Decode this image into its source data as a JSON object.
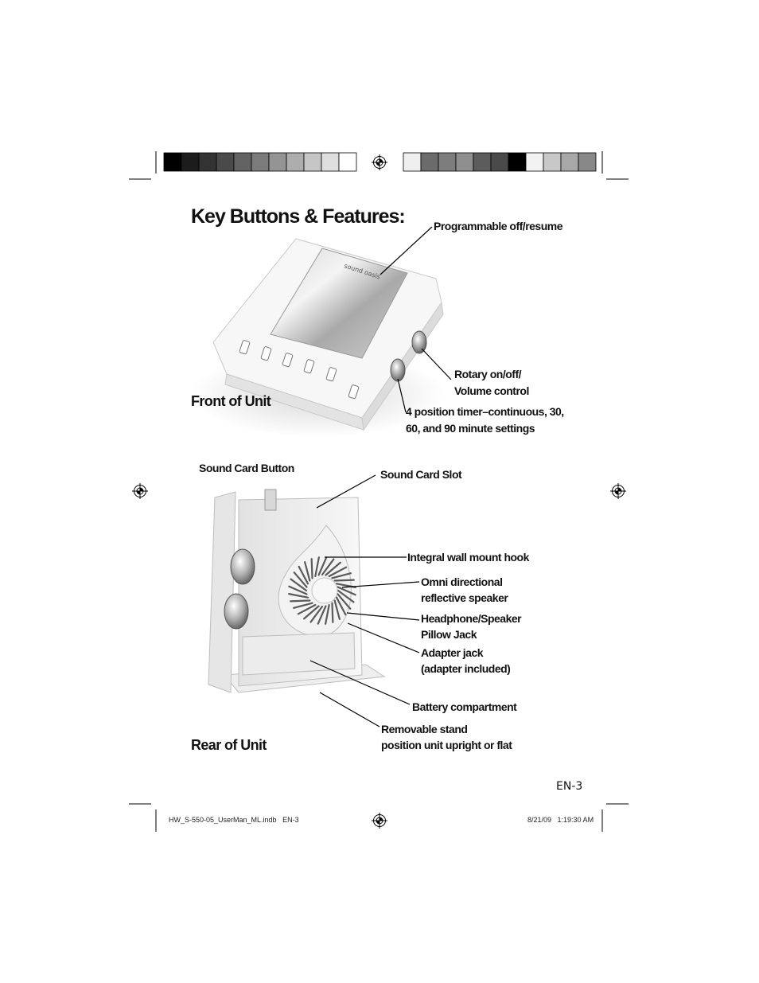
{
  "heading": "Key Buttons & Features:",
  "front_section": {
    "title": "Front of Unit",
    "callouts": {
      "programmable": "Programmable off/resume",
      "rotary_1": "Rotary on/off/",
      "rotary_2": "Volume control",
      "timer_1": "4 position timer–continuous, 30,",
      "timer_2": "60, and 90 minute settings"
    }
  },
  "rear_section": {
    "title": "Rear of Unit",
    "callouts": {
      "card_button": "Sound Card Button",
      "card_slot": "Sound Card Slot",
      "wall_hook": "Integral wall mount hook",
      "speaker_1": "Omni directional",
      "speaker_2": "reflective speaker",
      "jack_1": "Headphone/Speaker",
      "jack_2": "Pillow Jack",
      "adapter_1": "Adapter jack",
      "adapter_2": "(adapter included)",
      "battery": "Battery compartment",
      "stand_1": "Removable stand",
      "stand_2": "position unit upright or flat"
    }
  },
  "page_number": "EN-3",
  "footer": {
    "file_slug": "HW_S-550-05_UserMan_ML.indb   EN-3",
    "timestamp": "8/21/09   1:19:30 AM"
  },
  "color_bar_left": [
    "#000000",
    "#1c1c1c",
    "#333333",
    "#4a4a4a",
    "#636363",
    "#7b7b7b",
    "#949494",
    "#adadad",
    "#c6c6c6",
    "#dedede",
    "#ffffff"
  ],
  "color_bar_right": [
    "#efefef",
    "#6b6b6b",
    "#7d7d7d",
    "#8f8f8f",
    "#5c5c5c",
    "#4a4a4a",
    "#000000",
    "#f2f2f2",
    "#c8c8c8",
    "#a8a8a8",
    "#888888"
  ]
}
